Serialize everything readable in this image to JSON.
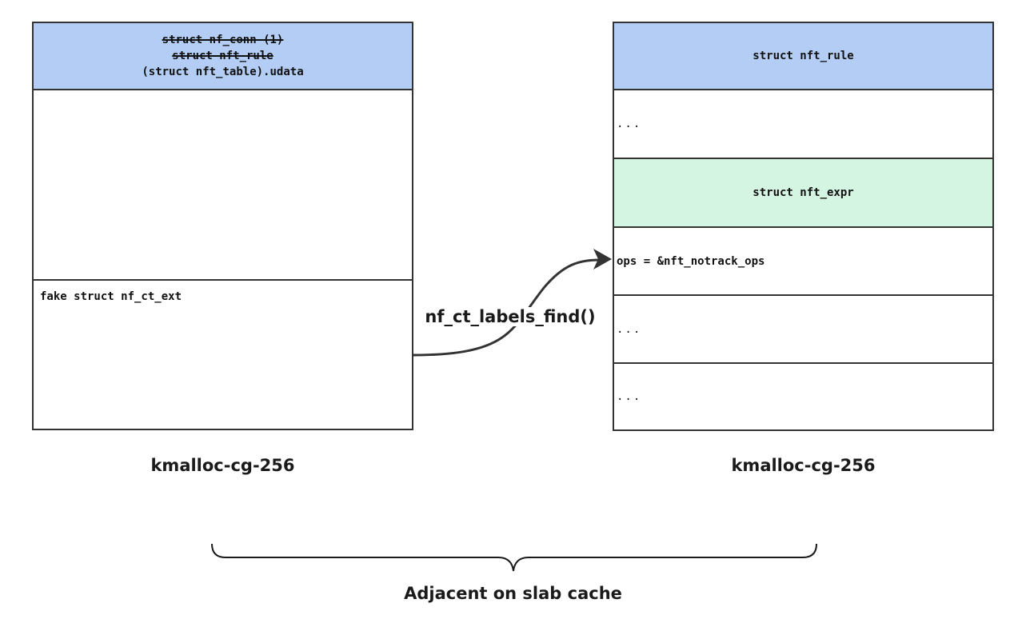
{
  "colors": {
    "header_blue": "#b3cdf5",
    "header_green": "#d5f5e3",
    "border": "#333333",
    "arrow": "#333333"
  },
  "left": {
    "header_lines": [
      {
        "text": "struct nf_conn (1)",
        "struck": true
      },
      {
        "text": "struct nft_rule",
        "struck": true
      },
      {
        "text": "(struct nft_table).udata",
        "struck": false
      }
    ],
    "fake_label": "fake struct nf_ct_ext",
    "cache_label": "kmalloc-cg-256"
  },
  "right": {
    "header_label": "struct nft_rule",
    "row1": "...",
    "expr_label": "struct nft_expr",
    "ops_label": "ops = &nft_notrack_ops",
    "row5": "...",
    "row6": "...",
    "cache_label": "kmalloc-cg-256"
  },
  "arrow_label": "nf_ct_labels_find()",
  "brace_label": "Adjacent on slab cache"
}
